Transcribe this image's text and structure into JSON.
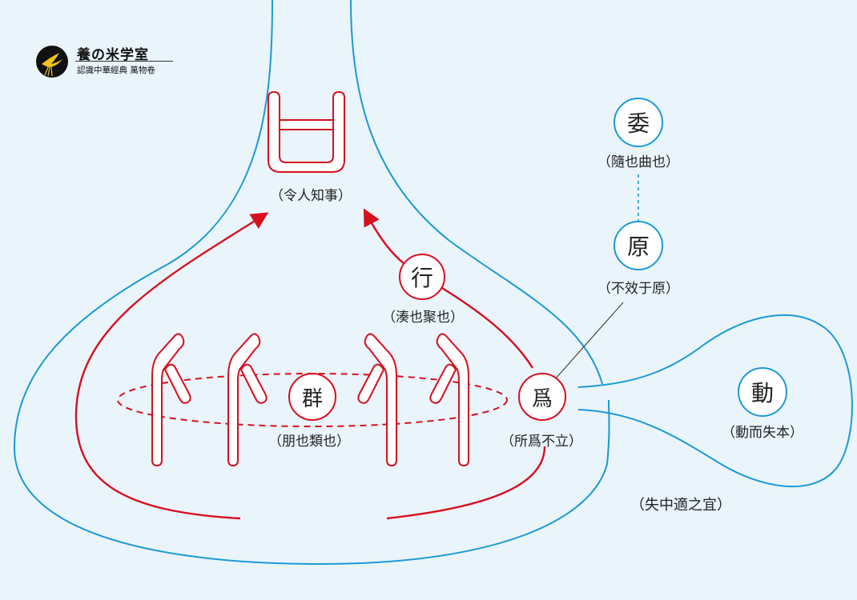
{
  "brand": {
    "title": "養の米学室",
    "subtitle": "認識中華經典 萬物卷"
  },
  "nodes": {
    "xing": {
      "char": "行",
      "gloss": "（湊也聚也）"
    },
    "qun": {
      "char": "群",
      "gloss": "（朋也類也）"
    },
    "wei": {
      "char": "爲",
      "gloss": "（所爲不立）"
    },
    "wei2": {
      "char": "委",
      "gloss": "（隨也曲也）"
    },
    "yuan": {
      "char": "原",
      "gloss": "（不效于原）"
    },
    "dong": {
      "char": "動",
      "gloss": "（動而失本）"
    }
  },
  "top_glyph_gloss": "（令人知事）",
  "bottom_caption": "（失中適之宜）",
  "colors": {
    "background": "#eaf4fb",
    "outline_blue": "#1a9ad6",
    "accent_red": "#d7101f",
    "node_fill": "#ffffff",
    "text": "#222222"
  }
}
